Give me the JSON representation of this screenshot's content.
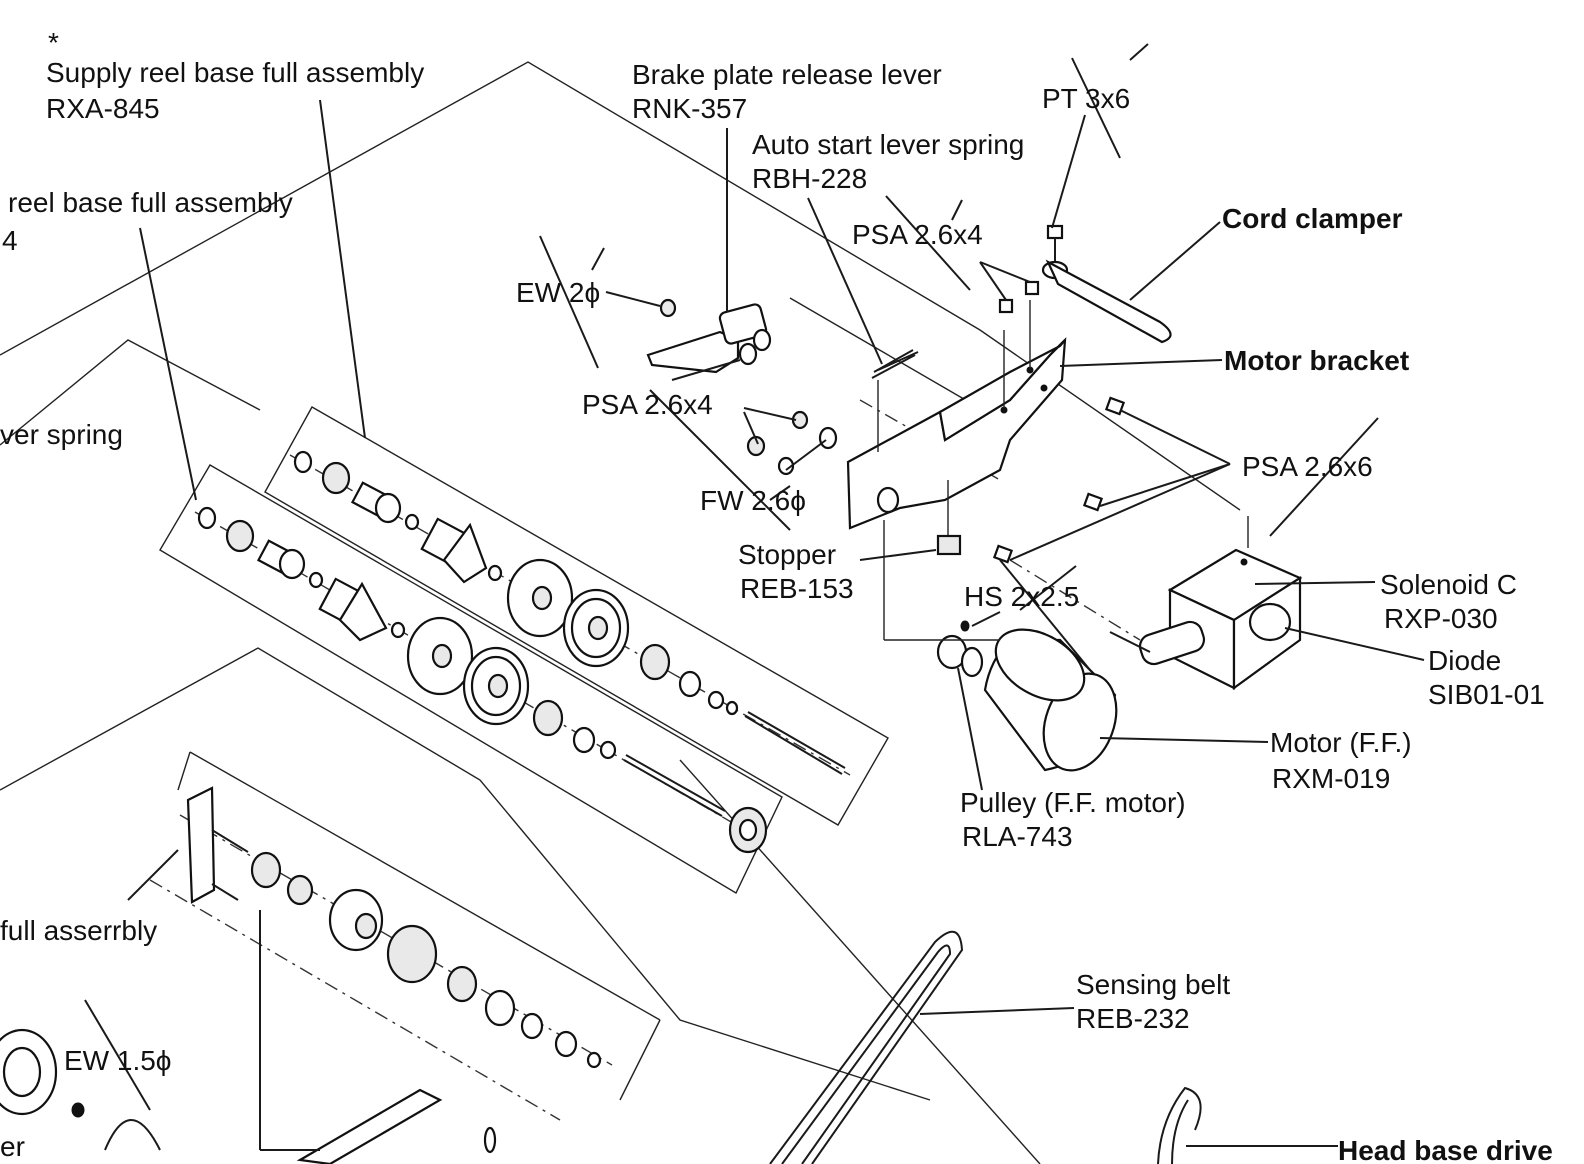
{
  "labels": {
    "asterisk": "*",
    "supply_reel_name": "Supply reel base full assembly",
    "supply_reel_code": "RXA-845",
    "takeup_reel_name": "reel base full assembly",
    "takeup_reel_code": "4",
    "lever_spring": "ver spring",
    "full_assembly": "full asserrbly",
    "brake_plate_name": "Brake plate release lever",
    "brake_plate_code": "RNK-357",
    "pt": "PT 3x6",
    "auto_start_name": "Auto start lever spring",
    "auto_start_code": "RBH-228",
    "cord_clamper": "Cord clamper",
    "psa_top": "PSA 2.6x4",
    "ew2": "EW 2ϕ",
    "motor_bracket": "Motor bracket",
    "psa_left": "PSA 2.6x4",
    "psa_right": "PSA 2.6x6",
    "fw": "FW 2.6ϕ",
    "stopper_name": "Stopper",
    "stopper_code": "REB-153",
    "solenoid_name": "Solenoid C",
    "solenoid_code": "RXP-030",
    "hs": "HS 2x2.5",
    "diode_name": "Diode",
    "diode_code": "SIB01-01",
    "motor_name": "Motor (F.F.)",
    "motor_code": "RXM-019",
    "pulley_name": "Pulley (F.F. motor)",
    "pulley_code": "RLA-743",
    "sensing_belt_name": "Sensing belt",
    "sensing_belt_code": "REB-232",
    "ew15": "EW 1.5ϕ",
    "er": "er",
    "head_base_drive": "Head base drive"
  }
}
